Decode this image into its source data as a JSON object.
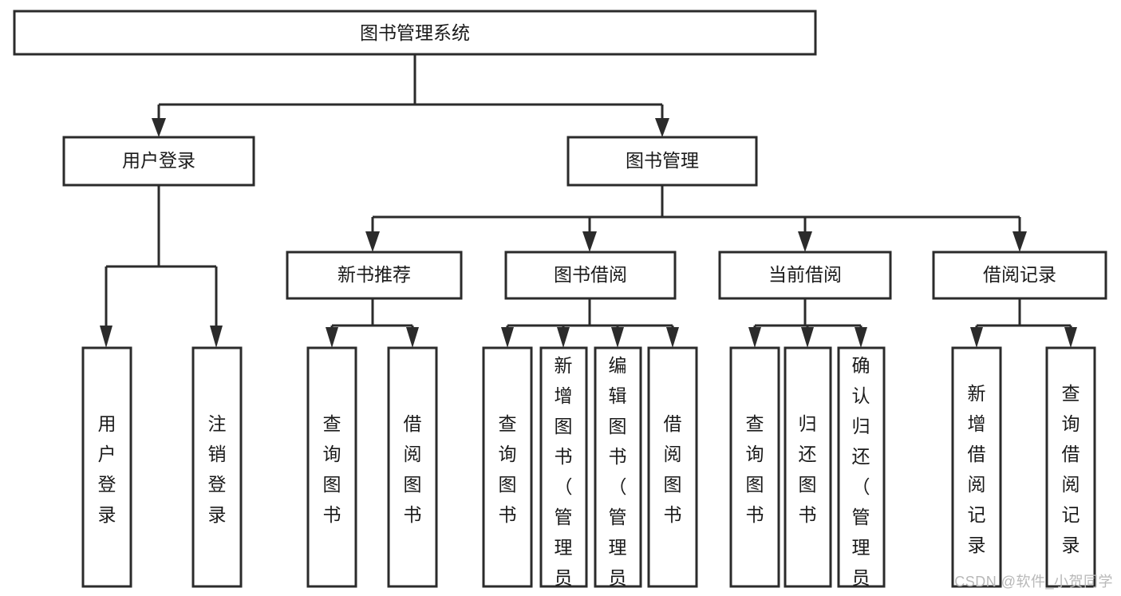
{
  "diagram": {
    "type": "tree-hierarchy-diagram",
    "root": {
      "id": "root",
      "label": "图书管理系统"
    },
    "level2": [
      {
        "id": "user-login",
        "label": "用户登录"
      },
      {
        "id": "book-management",
        "label": "图书管理"
      }
    ],
    "level3": [
      {
        "id": "new-book-recommend",
        "label": "新书推荐",
        "parent": "book-management"
      },
      {
        "id": "book-borrow",
        "label": "图书借阅",
        "parent": "book-management"
      },
      {
        "id": "current-borrow",
        "label": "当前借阅",
        "parent": "book-management"
      },
      {
        "id": "borrow-record",
        "label": "借阅记录",
        "parent": "book-management"
      }
    ],
    "leaves": [
      {
        "id": "leaf-user-login",
        "label": "用户登录",
        "parent": "user-login"
      },
      {
        "id": "leaf-logout-login",
        "label": "注销登录",
        "parent": "user-login"
      },
      {
        "id": "leaf-query-book-1",
        "label": "查询图书",
        "parent": "new-book-recommend"
      },
      {
        "id": "leaf-borrow-book-1",
        "label": "借阅图书",
        "parent": "new-book-recommend"
      },
      {
        "id": "leaf-query-book-2",
        "label": "查询图书",
        "parent": "book-borrow"
      },
      {
        "id": "leaf-add-book",
        "label": "新增图书（管理员）",
        "parent": "book-borrow"
      },
      {
        "id": "leaf-edit-book",
        "label": "编辑图书（管理员）",
        "parent": "book-borrow"
      },
      {
        "id": "leaf-borrow-book-2",
        "label": "借阅图书",
        "parent": "book-borrow"
      },
      {
        "id": "leaf-query-book-3",
        "label": "查询图书",
        "parent": "current-borrow"
      },
      {
        "id": "leaf-return-book",
        "label": "归还图书",
        "parent": "current-borrow"
      },
      {
        "id": "leaf-confirm-return",
        "label": "确认归还（管理员）",
        "parent": "current-borrow"
      },
      {
        "id": "leaf-add-record",
        "label": "新增借阅记录",
        "parent": "borrow-record"
      },
      {
        "id": "leaf-query-record",
        "label": "查询借阅记录",
        "parent": "borrow-record"
      }
    ],
    "colors": {
      "box_stroke": "#2b2b2b",
      "box_fill": "#ffffff",
      "connector": "#2b2b2b",
      "text": "#1a1a1a",
      "watermark": "#b8b8b8",
      "background": "#ffffff"
    }
  },
  "watermark": {
    "text": "CSDN @软件_小贺同学"
  }
}
